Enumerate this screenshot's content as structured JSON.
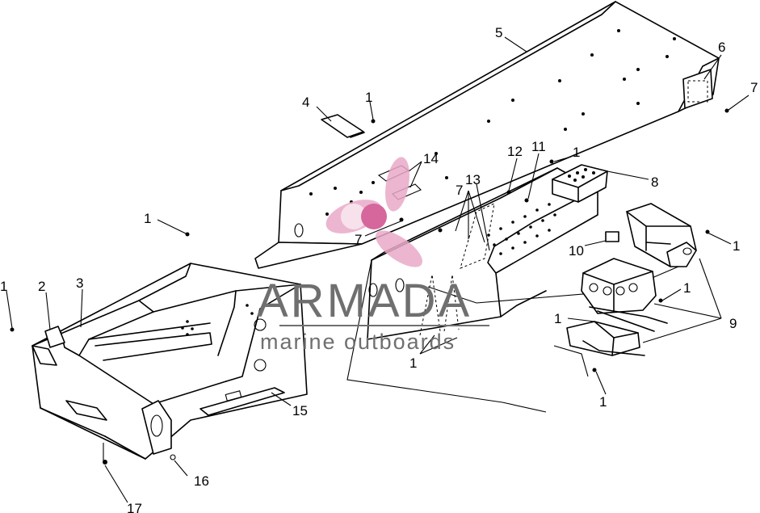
{
  "part_labels": [
    "1",
    "2",
    "3",
    "4",
    "5",
    "6",
    "7",
    "8",
    "9",
    "10",
    "11",
    "12",
    "13",
    "14",
    "15",
    "16",
    "17"
  ],
  "watermark": {
    "brand": "ARMADA",
    "tagline": "marine outboards",
    "accent_color": "#e9a9c8",
    "text_color": "#6f6f6f"
  },
  "icons": [
    "propeller-logo-icon"
  ]
}
